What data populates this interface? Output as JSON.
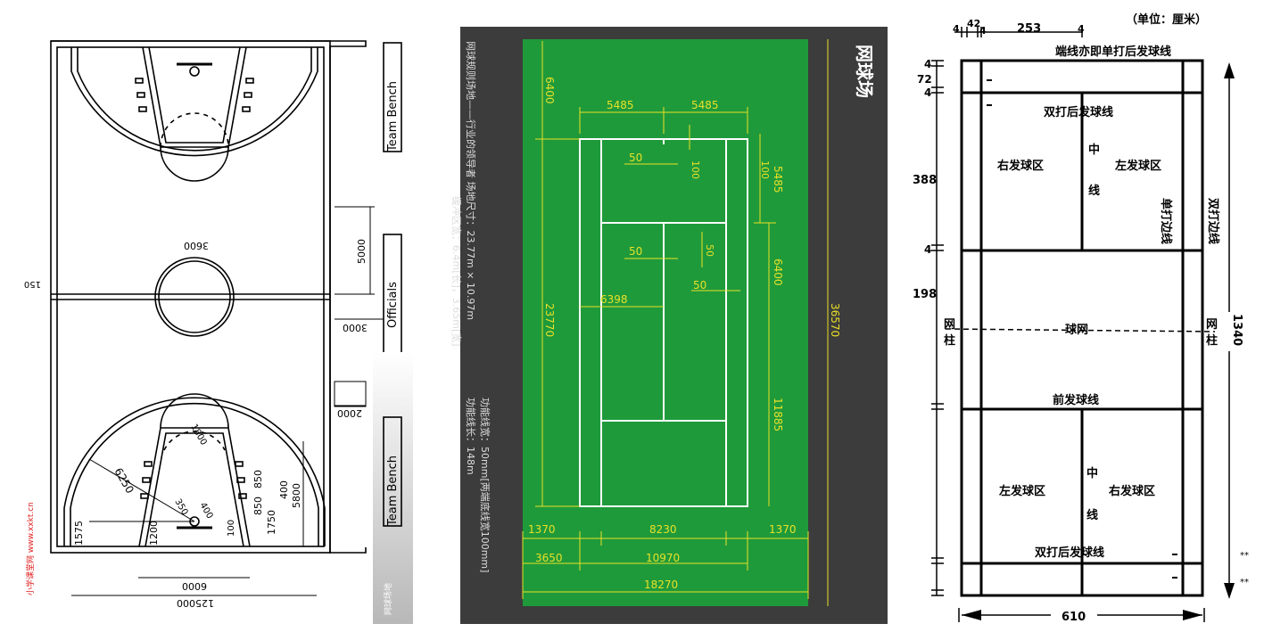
{
  "basketball": {
    "team_bench_top": "Team Bench",
    "team_bench_bottom": "Team Bench",
    "officials": "Officials",
    "dims": {
      "d3600": "3600",
      "d5000": "5000",
      "d3000": "3000",
      "d150": "150",
      "d2000": "2000",
      "d1800": "1800",
      "d6250": "6250",
      "d350": "350",
      "d400a": "400",
      "d850a": "850",
      "d850b": "850",
      "d1750": "1750",
      "d400b": "400",
      "d5800": "5800",
      "d1575": "1575",
      "d1200": "1200",
      "d100": "100",
      "d6000": "6000",
      "d15000": "125000"
    },
    "watermark": "小学课堂网 www.xxkt.cn",
    "side_caption": "网球场地"
  },
  "tennis": {
    "vertical_title": "网球场",
    "info_line1": "网球规则场地——行业的领导者 场地尺寸：23.77m × 10.97m",
    "info_line2": "缓冲区宽：6.4m[长]，3.65m[宽]",
    "info_line3": "功能线宽：50mm[两端底线宽100mm]",
    "info_line4": "功能线长：148m",
    "dims": {
      "d6400top": "6400",
      "d5485a": "5485",
      "d5485b": "5485",
      "d50a": "50",
      "d100a": "100",
      "d100b": "100",
      "d5485side": "5485",
      "d50b": "50",
      "d50c": "50",
      "d6400mid": "6400",
      "d50d": "50",
      "d6398": "6398",
      "d23770": "23770",
      "d36570": "36570",
      "d11885": "11885",
      "d1370a": "1370",
      "d8230": "8230",
      "d1370b": "1370",
      "d3650": "3650",
      "d10970": "10970",
      "d18270": "18270"
    }
  },
  "badminton": {
    "unit": "（单位：厘米）",
    "end_line": "端线亦即单打后发球线",
    "doubles_long_service_top": "双打后发球线",
    "right_service_court_top": "右发球区",
    "left_service_court_top": "左发球区",
    "center_line_top_1": "中",
    "center_line_top_2": "线",
    "singles_side_line": "单打边线",
    "doubles_side_line": "双打边线",
    "net": "球网",
    "post_left_1": "网",
    "post_left_2": "柱",
    "post_right_1": "网",
    "post_right_2": "柱",
    "short_service_line": "前发球线",
    "left_service_court_bottom": "左发球区",
    "right_service_court_bottom": "右发球区",
    "center_line_bottom_1": "中",
    "center_line_bottom_2": "线",
    "doubles_long_service_bottom": "双打后发球线",
    "dims": {
      "d4a": "4",
      "d42": "42",
      "d4b": "4",
      "d253": "253",
      "d4c": "4",
      "d4left1": "4",
      "d72": "72",
      "d4left2": "4",
      "d388": "388",
      "d4left3": "4",
      "d198": "198",
      "d1340": "1340",
      "d610": "610",
      "stars1": "**",
      "stars2": "**"
    }
  }
}
